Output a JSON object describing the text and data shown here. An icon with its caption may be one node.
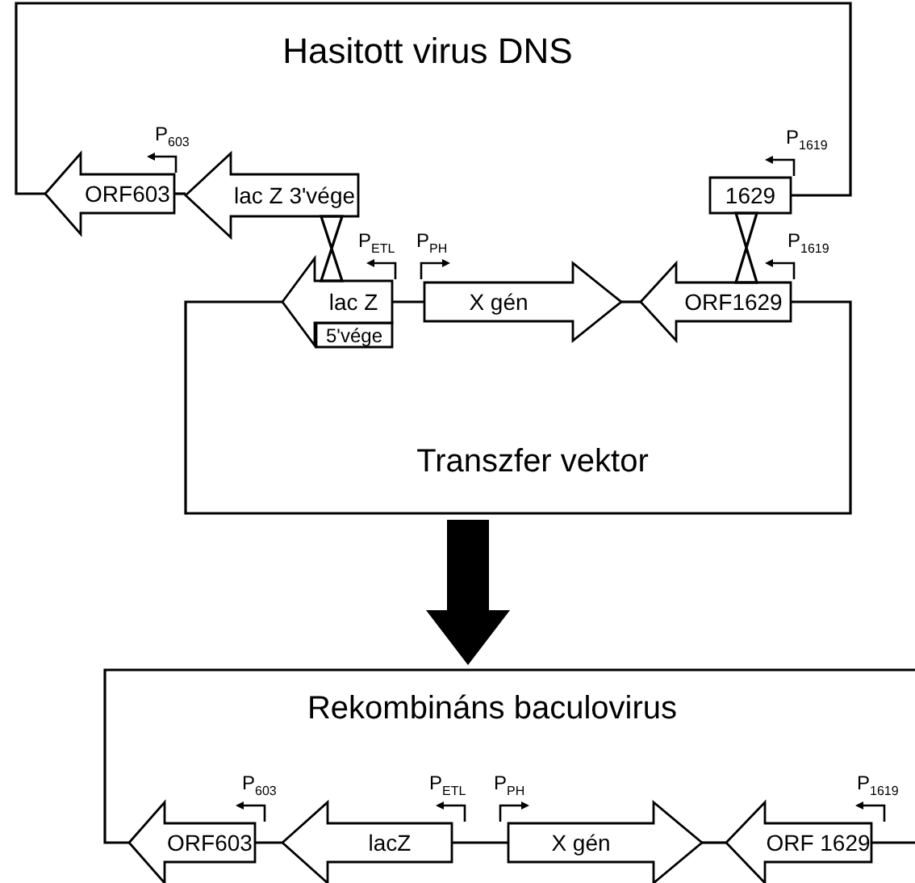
{
  "diagram": {
    "nodes": [
      {
        "text": [
          "Hasitott virus DNS"
        ]
      },
      {
        "text": [
          "ORF603"
        ]
      },
      {
        "text": [
          "lac Z 3'vége"
        ]
      },
      {
        "text": [
          "1629"
        ]
      },
      {
        "text": [
          "Transzfer vektor"
        ]
      },
      {
        "text": [
          "lac Z"
        ]
      },
      {
        "text": [
          "5'vége"
        ],
        "in": 4
      },
      {
        "text": [
          "X gén"
        ]
      },
      {
        "text": [
          "ORF1629"
        ]
      },
      {
        "text": [
          "Rekombináns baculovirus"
        ]
      },
      {
        "text": [
          "ORF603"
        ]
      },
      {
        "text": [
          "lacZ"
        ]
      },
      {
        "text": [
          "X gén"
        ]
      },
      {
        "text": [
          "ORF 1629"
        ]
      }
    ],
    "edges": [
      {
        "from": 1,
        "to": 2,
        "arrow": "none"
      },
      {
        "from": 2,
        "to": 5,
        "arrow": "none"
      },
      {
        "from": 5,
        "to": 7,
        "arrow": "none"
      },
      {
        "from": 7,
        "to": 8,
        "arrow": "none"
      },
      {
        "from": 10,
        "to": 11,
        "arrow": "none"
      },
      {
        "from": 11,
        "to": 12,
        "arrow": "none"
      },
      {
        "from": 12,
        "to": 13,
        "arrow": "none"
      },
      {
        "from": 3,
        "to": 8,
        "arrow": "none"
      },
      {
        "from": 4,
        "to": 9,
        "arrow": "to",
        "style": "thick"
      }
    ],
    "labels": [
      "P$_{603}$",
      "P$_{1619}$",
      "P$_{ETL}$",
      "P$_{PH}$",
      "P$_{1619}$",
      "P$_{603}$",
      "P$_{ETL}$",
      "P$_{PH}$",
      "P$_{1619}$"
    ]
  }
}
